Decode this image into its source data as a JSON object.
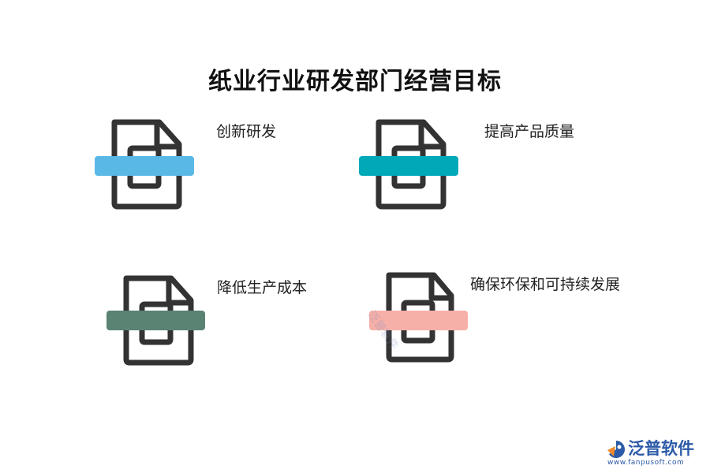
{
  "title": "纸业行业研发部门经营目标",
  "items": [
    {
      "label": "创新研发",
      "color": "#5ab8e6"
    },
    {
      "label": "提高产品质量",
      "color": "#00a9b8"
    },
    {
      "label": "降低生产成本",
      "color": "#5a8373"
    },
    {
      "label": "确保环保和可持续发展",
      "color": "#f7b0a8"
    }
  ],
  "icon_color": "#333333",
  "watermark": "泛普软件",
  "brand": {
    "name": "泛普软件",
    "url": "www.fanpusoft.com",
    "logo_icon": "fanpu-logo-icon"
  }
}
